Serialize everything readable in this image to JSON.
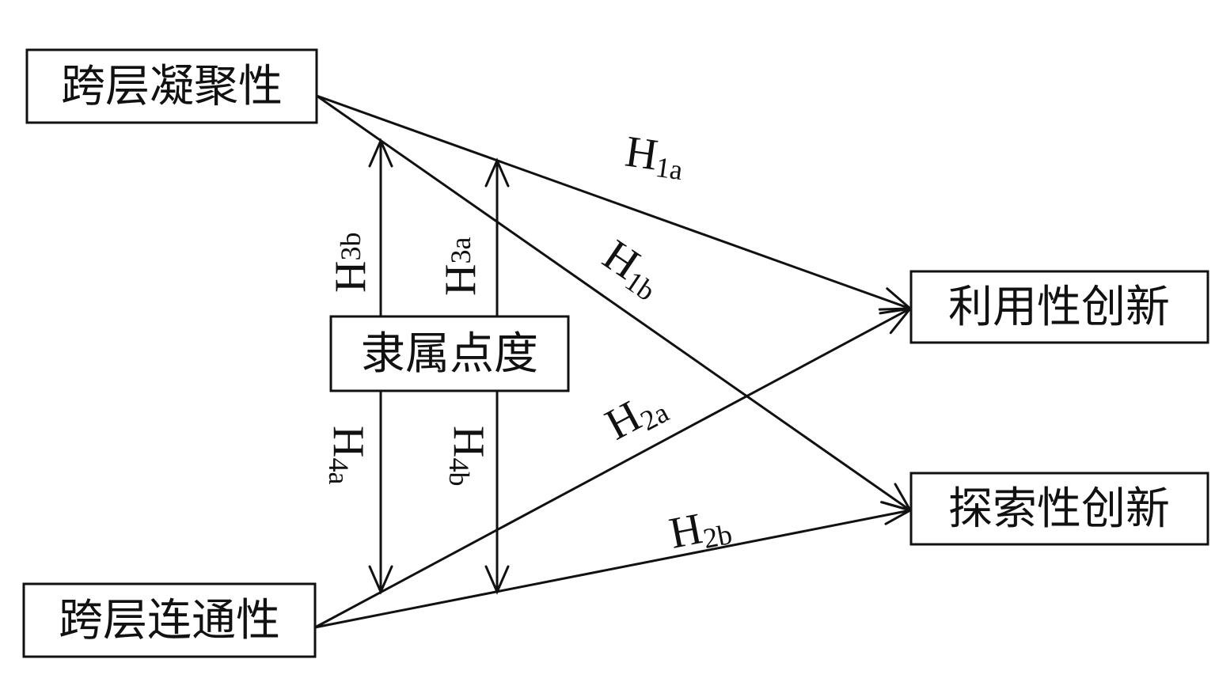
{
  "nodes": {
    "cross_cohesion": "跨层凝聚性",
    "cross_connectivity": "跨层连通性",
    "affiliation_degree": "隶属点度",
    "exploitative_innovation": "利用性创新",
    "exploratory_innovation": "探索性创新"
  },
  "hypotheses": {
    "h1a": {
      "letter": "H",
      "sub": "1a"
    },
    "h1b": {
      "letter": "H",
      "sub": "1b"
    },
    "h2a": {
      "letter": "H",
      "sub": "2a"
    },
    "h2b": {
      "letter": "H",
      "sub": "2b"
    },
    "h3a": {
      "letter": "H",
      "sub": "3a"
    },
    "h3b": {
      "letter": "H",
      "sub": "3b"
    },
    "h4a": {
      "letter": "H",
      "sub": "4a"
    },
    "h4b": {
      "letter": "H",
      "sub": "4b"
    }
  },
  "colors": {
    "stroke": "#111111",
    "background": "#ffffff"
  }
}
